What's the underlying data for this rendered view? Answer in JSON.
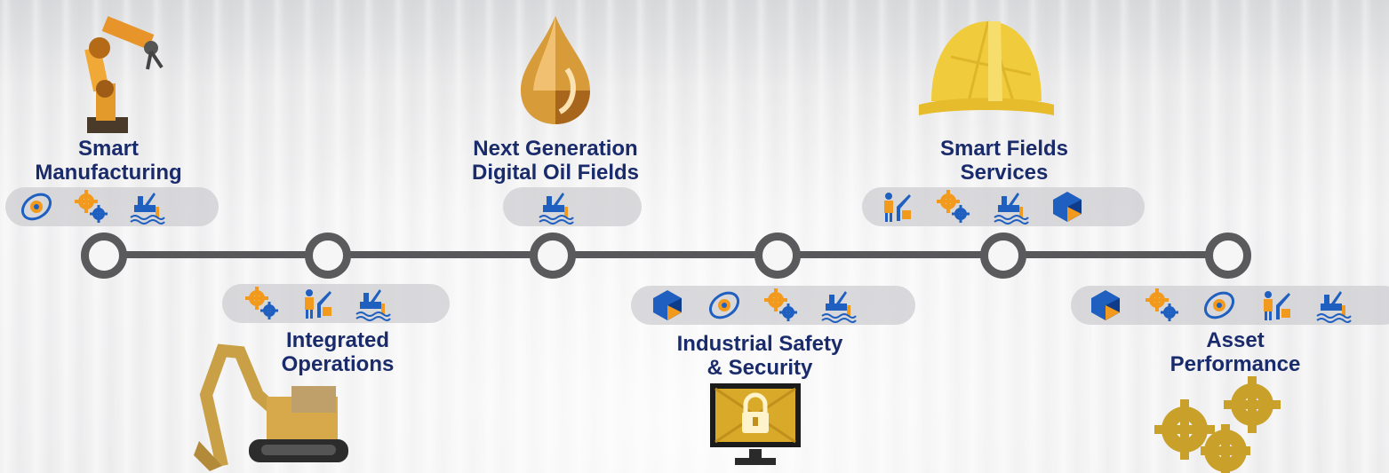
{
  "nodes": [
    {
      "label_line1": "Smart",
      "label_line2": "Manufacturing",
      "icons": [
        "turbine-icon",
        "gears-icon",
        "offshore-rig-icon"
      ],
      "illustration": "robot-arm-illustration"
    },
    {
      "label_line1": "Integrated",
      "label_line2": "Operations",
      "icons": [
        "gears-icon",
        "worker-icon",
        "offshore-rig-icon"
      ],
      "illustration": "excavator-illustration"
    },
    {
      "label_line1": "Next Generation",
      "label_line2": "Digital Oil Fields",
      "icons": [
        "offshore-rig-icon"
      ],
      "illustration": "oil-drop-illustration"
    },
    {
      "label_line1": "Industrial Safety",
      "label_line2": "& Security",
      "icons": [
        "shield-cube-icon",
        "turbine-icon",
        "gears-icon",
        "offshore-rig-icon"
      ],
      "illustration": "lock-monitor-illustration"
    },
    {
      "label_line1": "Smart Fields",
      "label_line2": "Services",
      "icons": [
        "worker-icon",
        "gears-icon",
        "offshore-rig-icon",
        "shield-cube-icon"
      ],
      "illustration": "hard-hat-illustration"
    },
    {
      "label_line1": "Asset",
      "label_line2": "Performance",
      "icons": [
        "shield-cube-icon",
        "gears-icon",
        "turbine-icon",
        "worker-icon",
        "offshore-rig-icon"
      ],
      "illustration": "gold-gears-illustration"
    }
  ],
  "colors": {
    "label": "#1a2b6b",
    "line": "#58585a",
    "pill": "#d0d0d4",
    "icon_blue": "#1f5fbf",
    "icon_orange": "#f29a1d",
    "gold": "#d9a92a"
  }
}
